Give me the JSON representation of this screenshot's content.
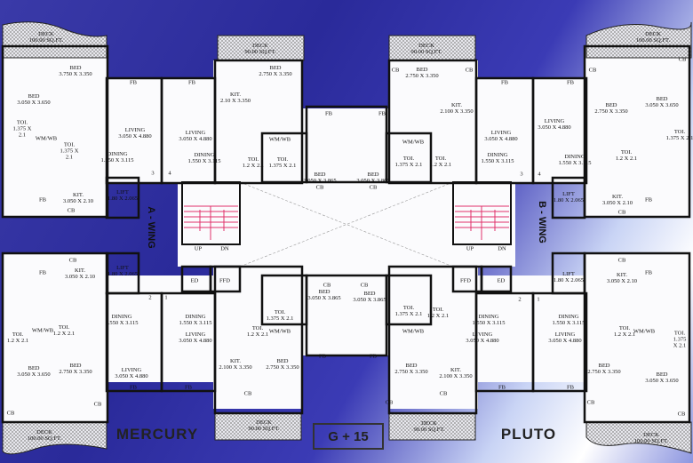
{
  "plan": {
    "towers": [
      "MERCURY",
      "PLUTO"
    ],
    "floors": "G + 15",
    "wings": [
      "A - WING",
      "B - WING"
    ],
    "stair_labels": [
      "UP",
      "DN",
      "UP",
      "DN"
    ],
    "colors": {
      "background": "#2e2ea0",
      "walls": "#111111",
      "fixtures": "#e0306a",
      "floor": "#ffffff"
    },
    "rooms": [
      "DECK\n100.00 SQ.FT.",
      "BED\n3.750 X 3.350",
      "BED\n3.050 X 3.650",
      "TOI.\n1.375 X\n2.1",
      "WM/WB",
      "TOI.\n1.375 X\n2.1",
      "FB",
      "FB",
      "LIVING\n3.050 X 4.880",
      "LIVING\n3.050 X 4.880",
      "DINING\n1.550 X 3.115",
      "DINING\n1.550 X 3.115",
      "3",
      "4",
      "LIFT\n1.80 X 2.065",
      "KIT.\n3.050 X 2.10",
      "CB",
      "FB",
      "DECK\n90.00 SQ.FT.",
      "BED\n2.750 X 3.350",
      "KIT.\n2.10 X 3.350",
      "FB",
      "WM/WB",
      "TOI.\n1.2 X 2.1",
      "TOI.\n1.375 X 2.1",
      "BED\n3.050 X 3.865",
      "CB",
      "DECK\n90.00 SQ.FT.",
      "CB",
      "BED\n2.750 X 3.350",
      "CB",
      "KIT.\n2.100 X 3.350",
      "FB",
      "FB",
      "FB",
      "WM/WB",
      "TOI.\n1.375 X 2.1",
      "TOI.\n1.2 X 2.1",
      "BED\n3.050 X 3.865",
      "CB",
      "LIVING\n3.050 X 4.880",
      "LIVING\n3.050 X 4.880",
      "DINING\n1.550 X 3.115",
      "DINING\n1.550 X 3.115",
      "3",
      "4",
      "DECK\n100.00 SQ.FT.",
      "CB",
      "CB",
      "BED\n2.750 X 3.350",
      "BED\n3.050 X 3.650",
      "TOI.\n1.375 X 2.1",
      "TOI.\n1.2 X 2.1",
      "LIFT\n1.80 X 2.065",
      "KIT.\n3.050 X 2.10",
      "CB",
      "FB",
      "FB",
      "CB",
      "KIT.\n3.050 X 2.10",
      "LIFT\n1.80 X 2.065",
      "ED",
      "FFD",
      "2",
      "1",
      "DINING\n1.550 X 3.115",
      "DINING\n1.550 X 3.115",
      "LIVING\n3.050 X 4.880",
      "TOI.\n1.2 X 2.1",
      "WM/WB",
      "TOI.\n1.2 X 2.1",
      "BED\n3.050 X 3.650",
      "BED\n2.750 X 3.350",
      "LIVING\n3.050 X 4.880",
      "FB",
      "FB",
      "KIT.\n2.100 X 3.350",
      "CB",
      "BED\n2.750 X 3.350",
      "TOI.\n1.375 X 2.1",
      "WM/WB",
      "TOI.\n1.2 X 2.1",
      "BED\n3.050 X 3.865",
      "CB",
      "FB",
      "CB",
      "CB",
      "DECK\n100.00 SQ.FT.",
      "DECK\n90.00 SQ.FT.",
      "FFD",
      "ED",
      "2",
      "1",
      "CB",
      "BED\n3.050 X 3.865",
      "TOI.\n1.375 X 2.1",
      "TOI.\n1.2 X 2.1",
      "WM/WB",
      "DINING\n1.550 X 3.115",
      "DINING\n1.550 X 3.115",
      "LIVING\n3.050 X 4.880",
      "LIVING\n3.050 X 4.880",
      "LIFT\n1.80 X 2.065",
      "CB",
      "KIT.\n3.050 X 2.10",
      "FB",
      "TOI.\n1.2 X 2.1",
      "WM/WB",
      "TOI.\n1.375\nX 2.1",
      "FB",
      "BED\n2.750 X 3.350",
      "KIT.\n2.100 X 3.350",
      "CB",
      "FB",
      "FB",
      "BED\n2.750 X 3.350",
      "BED\n3.050 X 3.650",
      "CB",
      "CB",
      "CB",
      "DECK\n90.00 SQ.FT.",
      "DECK\n100.00 SQ.FT."
    ]
  }
}
